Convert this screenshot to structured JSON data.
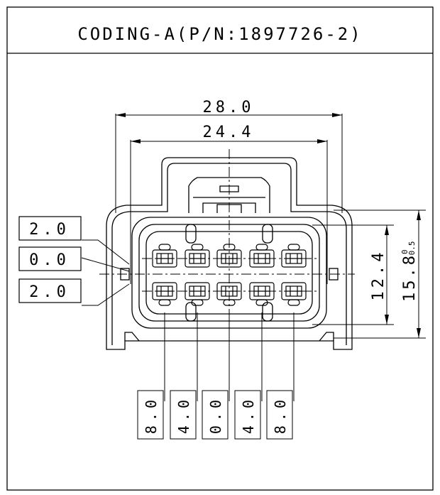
{
  "header": {
    "title": "CODING-A(P/N:1897726-2)"
  },
  "dimensions": {
    "overall_width": "28.0",
    "inner_width": "24.4",
    "inner_height": "12.4",
    "overall_height_main": "15.8",
    "overall_height_tol_upper": "0",
    "overall_height_tol_lower": "-0.5"
  },
  "left_labels": [
    "2.0",
    "0.0",
    "2.0"
  ],
  "bottom_labels": [
    "8.0",
    "4.0",
    "0.0",
    "4.0",
    "8.0"
  ]
}
